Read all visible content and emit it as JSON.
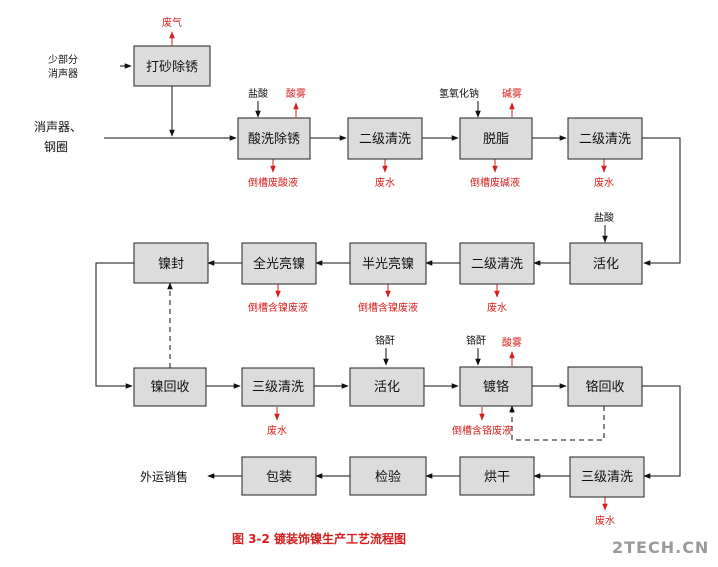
{
  "figure": {
    "caption": "图 3-2 镀装饰镍生产工艺流程图",
    "watermark": "2TECH.CN",
    "colors": {
      "process_fill": "#dcdcdc",
      "waste": "#d62020",
      "line": "#111111"
    }
  },
  "external": {
    "few_parts_line1": "少部分",
    "few_parts_line2": "消声器",
    "parts_line1": "消声器、",
    "parts_line2": "钢圈",
    "sales": "外运销售"
  },
  "steps": {
    "sandblast": "打砂除锈",
    "pickling": "酸洗除锈",
    "rinse2_a": "二级清洗",
    "degrease": "脱脂",
    "rinse2_b": "二级清洗",
    "activate_1": "活化",
    "rinse2_c": "二级清洗",
    "semi_bright_ni": "半光亮镍",
    "full_bright_ni": "全光亮镍",
    "ni_seal": "镍封",
    "ni_recovery": "镍回收",
    "rinse3_a": "三级清洗",
    "activate_2": "活化",
    "cr_plating": "镀铬",
    "cr_recovery": "铬回收",
    "rinse3_b": "三级清洗",
    "dry": "烘干",
    "inspect": "检验",
    "package": "包装"
  },
  "inputs": {
    "hcl_1": "盐酸",
    "naoh": "氢氧化钠",
    "hcl_2": "盐酸",
    "cro3_1": "铬酐",
    "cro3_2": "铬酐"
  },
  "outputs": {
    "dust": "废气",
    "acid_mist_1": "酸雾",
    "alkali_mist": "碱雾",
    "acid_mist_2": "酸雾",
    "waste_acid": "倒槽废酸液",
    "waste_alkali": "倒槽废碱液",
    "waste_ni_1": "倒槽含镍废液",
    "waste_ni_2": "倒槽含镍废液",
    "waste_cr": "倒槽含铬废液",
    "ww_rinse2_a": "废水",
    "ww_rinse2_b": "废水",
    "ww_rinse2_c": "废水",
    "ww_rinse3_a": "废水",
    "ww_rinse3_b": "废水"
  }
}
